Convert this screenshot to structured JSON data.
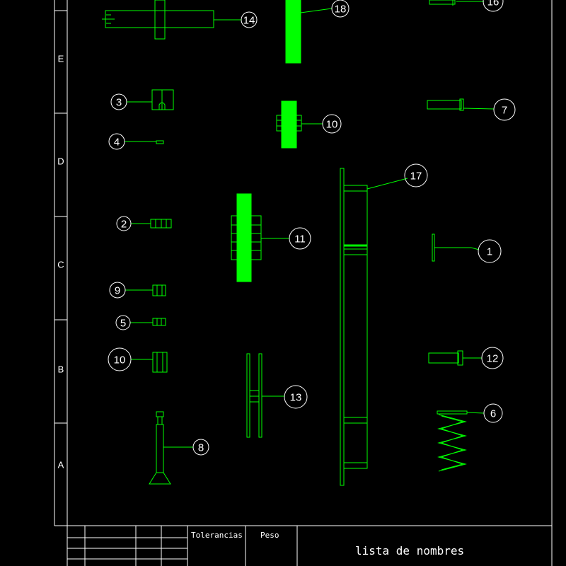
{
  "colors": {
    "background": "#000000",
    "frame": "#ffffff",
    "part_outline": "#00ff00",
    "part_fill": "#00ff00",
    "text": "#ffffff"
  },
  "zones": [
    "E",
    "D",
    "C",
    "B",
    "A"
  ],
  "balloons": {
    "b14": "14",
    "b18": "18",
    "b16": "16",
    "b3": "3",
    "b4": "4",
    "b10a": "10",
    "b7": "7",
    "b17": "17",
    "b2": "2",
    "b11": "11",
    "b1": "1",
    "b9": "9",
    "b5": "5",
    "b10b": "10",
    "b12": "12",
    "b13": "13",
    "b6": "6",
    "b8": "8"
  },
  "title_block": {
    "tolerancias": "Tolerancias",
    "peso": "Peso",
    "title": "lista de nombres"
  }
}
